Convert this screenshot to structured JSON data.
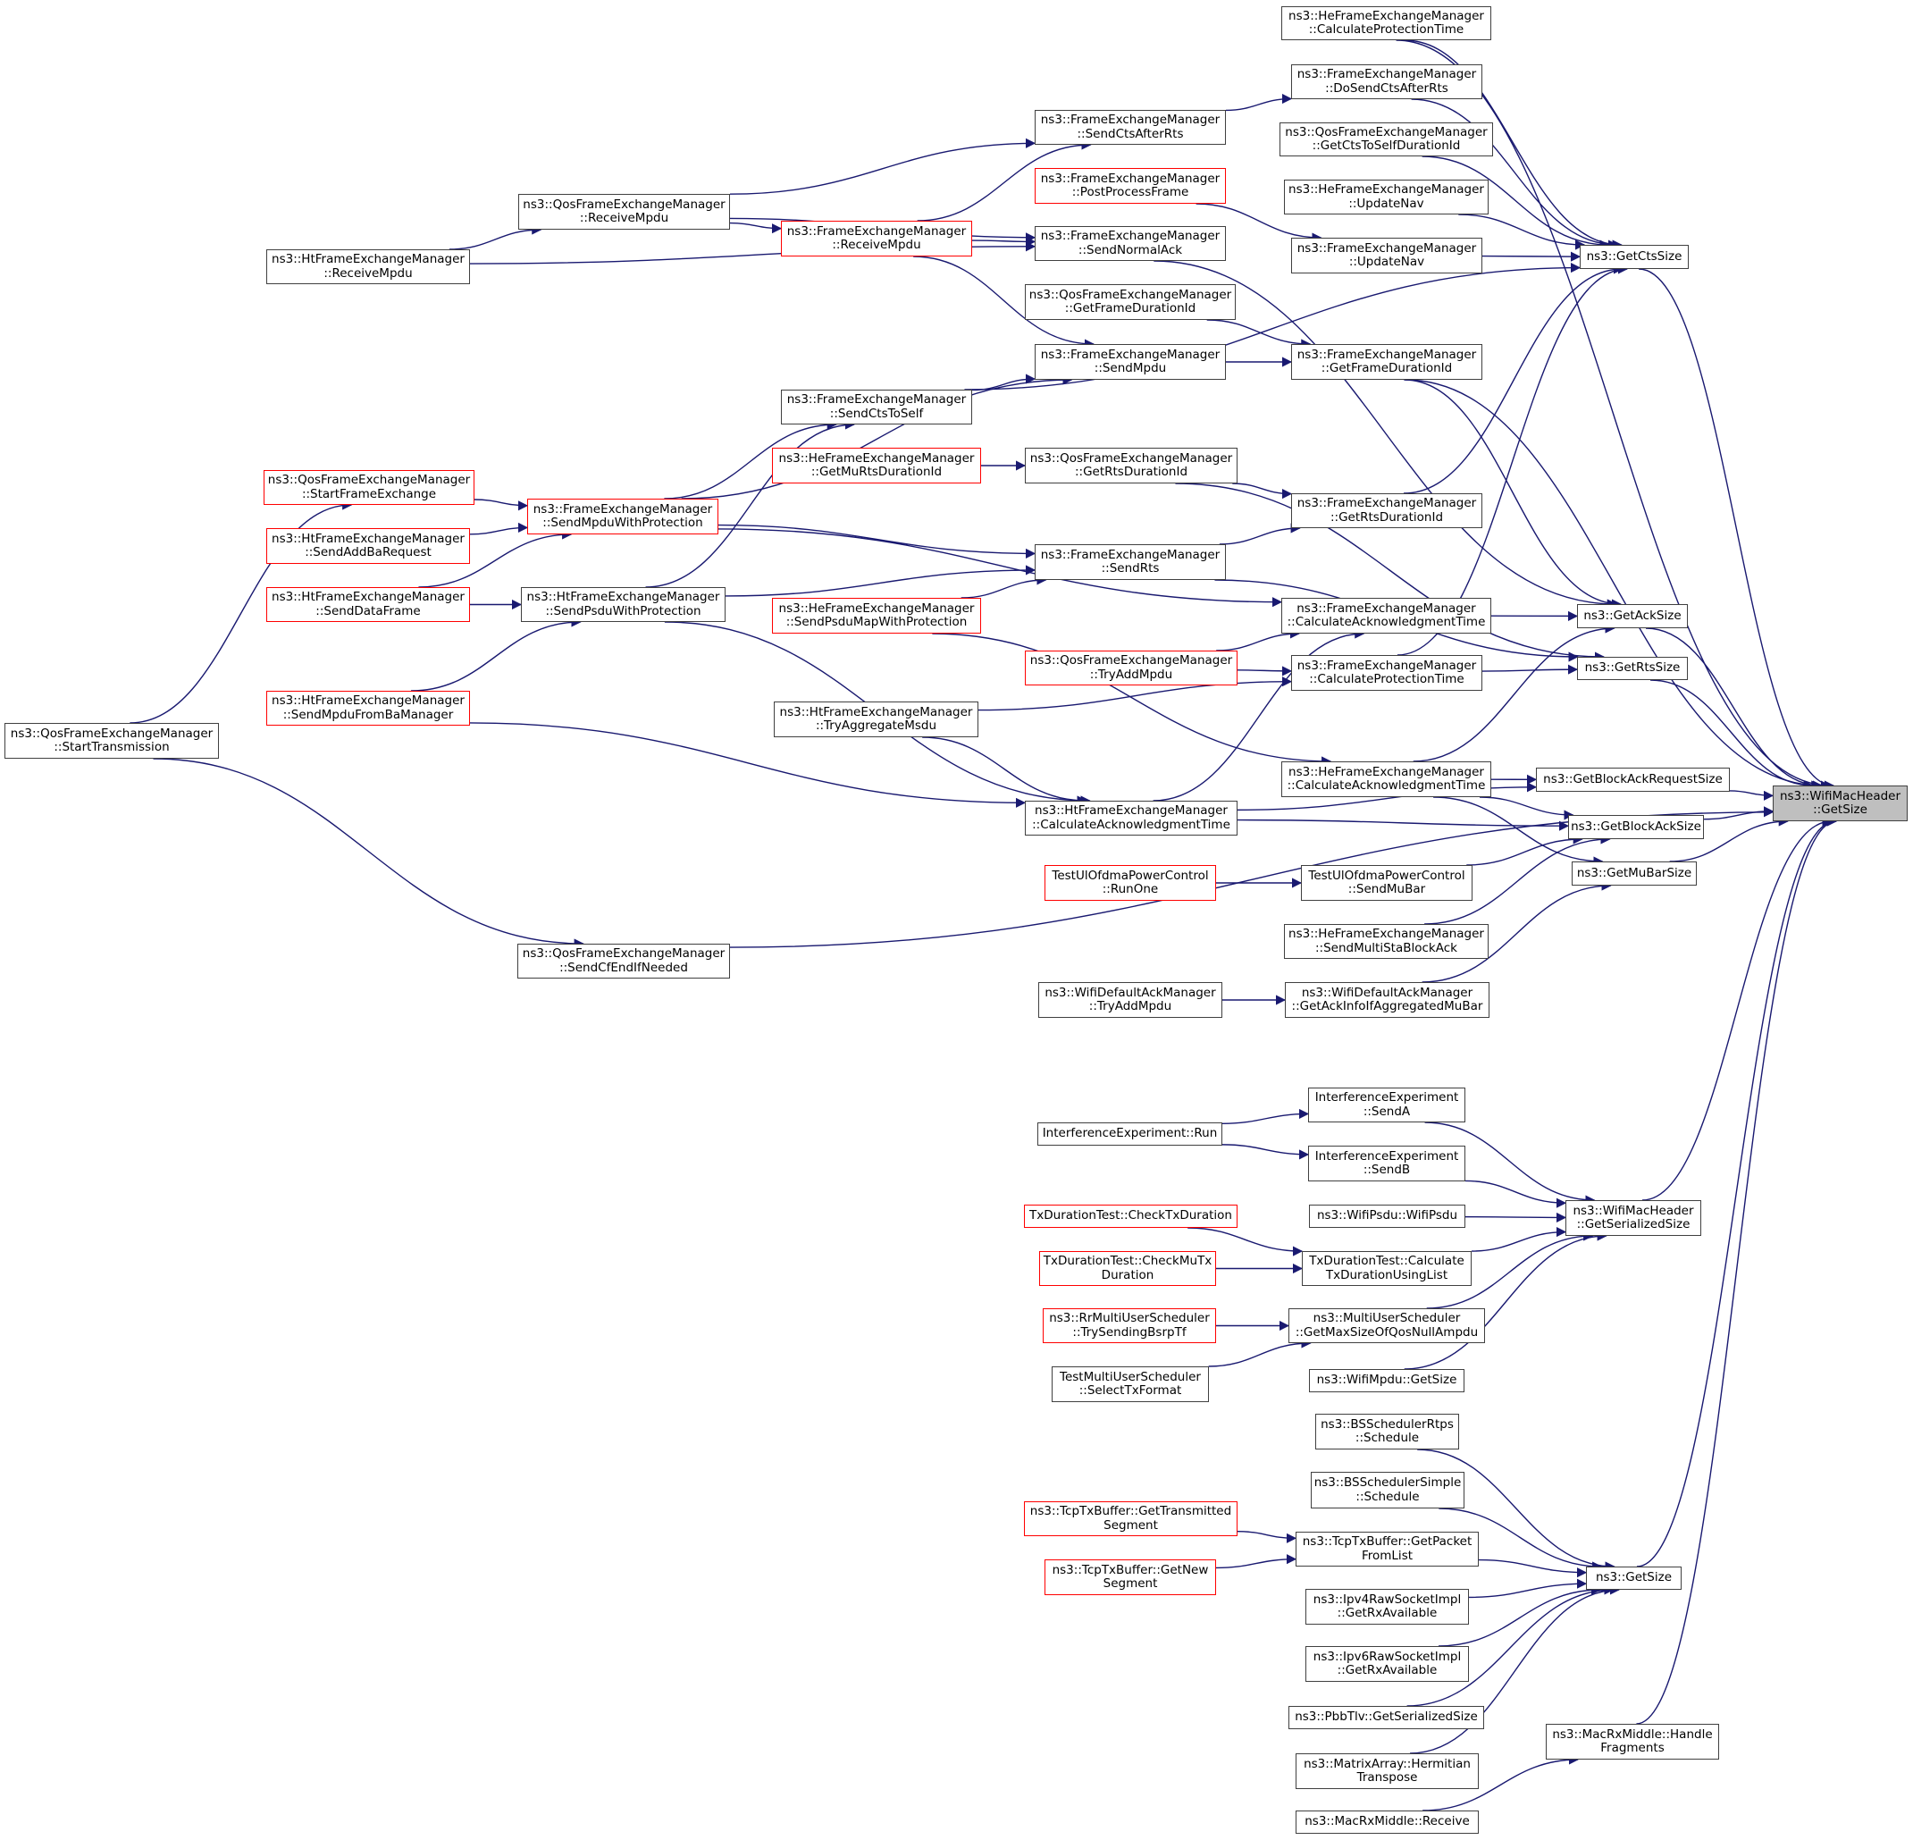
{
  "title": "ns3::WifiMacHeader::GetSize caller graph",
  "colors": {
    "edge": "#191970",
    "node_border": "#404040",
    "node_border_undocumented": "#ff0000",
    "focus_fill": "#bfbfbf",
    "background": "#ffffff"
  },
  "nodes": {
    "he_calcprot": {
      "lines": [
        "ns3::HeFrameExchangeManager",
        "::CalculateProtectionTime"
      ],
      "red": false
    },
    "fem_dosendcts": {
      "lines": [
        "ns3::FrameExchangeManager",
        "::DoSendCtsAfterRts"
      ],
      "red": false
    },
    "qos_getctstoself": {
      "lines": [
        "ns3::QosFrameExchangeManager",
        "::GetCtsToSelfDurationId"
      ],
      "red": false
    },
    "he_updatenav": {
      "lines": [
        "ns3::HeFrameExchangeManager",
        "::UpdateNav"
      ],
      "red": false
    },
    "fem_updatenav": {
      "lines": [
        "ns3::FrameExchangeManager",
        "::UpdateNav"
      ],
      "red": false
    },
    "getctssize": {
      "lines": [
        "ns3::GetCtsSize"
      ],
      "red": false
    },
    "fem_sendctsafterrts": {
      "lines": [
        "ns3::FrameExchangeManager",
        "::SendCtsAfterRts"
      ],
      "red": false
    },
    "fem_postprocess": {
      "lines": [
        "ns3::FrameExchangeManager",
        "::PostProcessFrame"
      ],
      "red": true
    },
    "qos_receivempdu": {
      "lines": [
        "ns3::QosFrameExchangeManager",
        "::ReceiveMpdu"
      ],
      "red": false
    },
    "ht_receivempdu": {
      "lines": [
        "ns3::HtFrameExchangeManager",
        "::ReceiveMpdu"
      ],
      "red": false
    },
    "fem_receivempdu": {
      "lines": [
        "ns3::FrameExchangeManager",
        "::ReceiveMpdu"
      ],
      "red": true
    },
    "fem_sendnormalack": {
      "lines": [
        "ns3::FrameExchangeManager",
        "::SendNormalAck"
      ],
      "red": false
    },
    "qos_getframedur": {
      "lines": [
        "ns3::QosFrameExchangeManager",
        "::GetFrameDurationId"
      ],
      "red": false
    },
    "fem_sendmpdu": {
      "lines": [
        "ns3::FrameExchangeManager",
        "::SendMpdu"
      ],
      "red": false
    },
    "fem_getframedur": {
      "lines": [
        "ns3::FrameExchangeManager",
        "::GetFrameDurationId"
      ],
      "red": false
    },
    "fem_sendctstoself": {
      "lines": [
        "ns3::FrameExchangeManager",
        "::SendCtsToSelf"
      ],
      "red": false
    },
    "he_getmurtsdur": {
      "lines": [
        "ns3::HeFrameExchangeManager",
        "::GetMuRtsDurationId"
      ],
      "red": true
    },
    "qos_getrtsdur": {
      "lines": [
        "ns3::QosFrameExchangeManager",
        "::GetRtsDurationId"
      ],
      "red": false
    },
    "fem_getrtsdur": {
      "lines": [
        "ns3::FrameExchangeManager",
        "::GetRtsDurationId"
      ],
      "red": false
    },
    "qos_startframeex": {
      "lines": [
        "ns3::QosFrameExchangeManager",
        "::StartFrameExchange"
      ],
      "red": true
    },
    "fem_sendmpduwithprot": {
      "lines": [
        "ns3::FrameExchangeManager",
        "::SendMpduWithProtection"
      ],
      "red": true
    },
    "ht_sendaddba": {
      "lines": [
        "ns3::HtFrameExchangeManager",
        "::SendAddBaRequest"
      ],
      "red": true
    },
    "fem_sendrts": {
      "lines": [
        "ns3::FrameExchangeManager",
        "::SendRts"
      ],
      "red": false
    },
    "ht_senddataframe": {
      "lines": [
        "ns3::HtFrameExchangeManager",
        "::SendDataFrame"
      ],
      "red": true
    },
    "ht_sendpsduwithprot": {
      "lines": [
        "ns3::HtFrameExchangeManager",
        "::SendPsduWithProtection"
      ],
      "red": false
    },
    "he_sendpsdumap": {
      "lines": [
        "ns3::HeFrameExchangeManager",
        "::SendPsduMapWithProtection"
      ],
      "red": true
    },
    "fem_calcack": {
      "lines": [
        "ns3::FrameExchangeManager",
        "::CalculateAcknowledgmentTime"
      ],
      "red": false
    },
    "getacksize": {
      "lines": [
        "ns3::GetAckSize"
      ],
      "red": false
    },
    "qos_tryaddmpdu": {
      "lines": [
        "ns3::QosFrameExchangeManager",
        "::TryAddMpdu"
      ],
      "red": true
    },
    "fem_calcprot": {
      "lines": [
        "ns3::FrameExchangeManager",
        "::CalculateProtectionTime"
      ],
      "red": false
    },
    "getrtssize": {
      "lines": [
        "ns3::GetRtsSize"
      ],
      "red": false
    },
    "ht_sendmpdufromba": {
      "lines": [
        "ns3::HtFrameExchangeManager",
        "::SendMpduFromBaManager"
      ],
      "red": true
    },
    "qos_starttx": {
      "lines": [
        "ns3::QosFrameExchangeManager",
        "::StartTransmission"
      ],
      "red": false
    },
    "ht_tryaggmsdu": {
      "lines": [
        "ns3::HtFrameExchangeManager",
        "::TryAggregateMsdu"
      ],
      "red": false
    },
    "he_calcack": {
      "lines": [
        "ns3::HeFrameExchangeManager",
        "::CalculateAcknowledgmentTime"
      ],
      "red": false
    },
    "getbarsize": {
      "lines": [
        "ns3::GetBlockAckRequestSize"
      ],
      "red": false
    },
    "wmh_getsize": {
      "lines": [
        "ns3::WifiMacHeader",
        "::GetSize"
      ],
      "red": false,
      "focus": true
    },
    "ht_calcack": {
      "lines": [
        "ns3::HtFrameExchangeManager",
        "::CalculateAcknowledgmentTime"
      ],
      "red": false
    },
    "getbasize": {
      "lines": [
        "ns3::GetBlockAckSize"
      ],
      "red": false
    },
    "getmubarsize": {
      "lines": [
        "ns3::GetMuBarSize"
      ],
      "red": false
    },
    "tulopc_runone": {
      "lines": [
        "TestUlOfdmaPowerControl",
        "::RunOne"
      ],
      "red": true
    },
    "tulopc_sendmubar": {
      "lines": [
        "TestUlOfdmaPowerControl",
        "::SendMuBar"
      ],
      "red": false
    },
    "he_sendmultista": {
      "lines": [
        "ns3::HeFrameExchangeManager",
        "::SendMultiStaBlockAck"
      ],
      "red": false
    },
    "qos_sendcfend": {
      "lines": [
        "ns3::QosFrameExchangeManager",
        "::SendCfEndIfNeeded"
      ],
      "red": false
    },
    "wdam_tryaddmpdu": {
      "lines": [
        "ns3::WifiDefaultAckManager",
        "::TryAddMpdu"
      ],
      "red": false
    },
    "wdam_getackinfo": {
      "lines": [
        "ns3::WifiDefaultAckManager",
        "::GetAckInfoIfAggregatedMuBar"
      ],
      "red": false
    },
    "ie_senda": {
      "lines": [
        "InterferenceExperiment",
        "::SendA"
      ],
      "red": false
    },
    "ie_run": {
      "lines": [
        "InterferenceExperiment::Run"
      ],
      "red": false
    },
    "ie_sendb": {
      "lines": [
        "InterferenceExperiment",
        "::SendB"
      ],
      "red": false
    },
    "wifipsdu": {
      "lines": [
        "ns3::WifiPsdu::WifiPsdu"
      ],
      "red": false
    },
    "wmh_getserialized": {
      "lines": [
        "ns3::WifiMacHeader",
        "::GetSerializedSize"
      ],
      "red": false
    },
    "txd_checktx": {
      "lines": [
        "TxDurationTest::CheckTxDuration"
      ],
      "red": true
    },
    "txd_checkmutx": {
      "lines": [
        "TxDurationTest::CheckMuTx",
        "Duration"
      ],
      "red": true
    },
    "txd_calclist": {
      "lines": [
        "TxDurationTest::Calculate",
        "TxDurationUsingList"
      ],
      "red": false
    },
    "rrmus_trybsrp": {
      "lines": [
        "ns3::RrMultiUserScheduler",
        "::TrySendingBsrpTf"
      ],
      "red": true
    },
    "mus_getmaxqos": {
      "lines": [
        "ns3::MultiUserScheduler",
        "::GetMaxSizeOfQosNullAmpdu"
      ],
      "red": false
    },
    "tmus_selecttx": {
      "lines": [
        "TestMultiUserScheduler",
        "::SelectTxFormat"
      ],
      "red": false
    },
    "wifimpdu_getsize": {
      "lines": [
        "ns3::WifiMpdu::GetSize"
      ],
      "red": false
    },
    "bs_rtps": {
      "lines": [
        "ns3::BSSchedulerRtps",
        "::Schedule"
      ],
      "red": false
    },
    "bs_simple": {
      "lines": [
        "ns3::BSSchedulerSimple",
        "::Schedule"
      ],
      "red": false
    },
    "tcp_gettransmitted": {
      "lines": [
        "ns3::TcpTxBuffer::GetTransmitted",
        "Segment"
      ],
      "red": true
    },
    "tcp_getpacketfromlist": {
      "lines": [
        "ns3::TcpTxBuffer::GetPacket",
        "FromList"
      ],
      "red": false
    },
    "getsize": {
      "lines": [
        "ns3::GetSize"
      ],
      "red": false
    },
    "tcp_getnew": {
      "lines": [
        "ns3::TcpTxBuffer::GetNew",
        "Segment"
      ],
      "red": true
    },
    "ipv4raw": {
      "lines": [
        "ns3::Ipv4RawSocketImpl",
        "::GetRxAvailable"
      ],
      "red": false
    },
    "ipv6raw": {
      "lines": [
        "ns3::Ipv6RawSocketImpl",
        "::GetRxAvailable"
      ],
      "red": false
    },
    "pbbtlv": {
      "lines": [
        "ns3::PbbTlv::GetSerializedSize"
      ],
      "red": false
    },
    "macrx_handlefrag": {
      "lines": [
        "ns3::MacRxMiddle::Handle",
        "Fragments"
      ],
      "red": false
    },
    "matrix_herm": {
      "lines": [
        "ns3::MatrixArray::Hermitian",
        "Transpose"
      ],
      "red": false
    },
    "macrx_receive": {
      "lines": [
        "ns3::MacRxMiddle::Receive"
      ],
      "red": false
    }
  },
  "edges": [
    [
      "qos_starttx",
      "qos_startframeex"
    ],
    [
      "qos_starttx",
      "qos_sendcfend"
    ],
    [
      "qos_startframeex",
      "fem_sendmpduwithprot"
    ],
    [
      "ht_sendaddba",
      "fem_sendmpduwithprot"
    ],
    [
      "ht_senddataframe",
      "fem_sendmpduwithprot"
    ],
    [
      "ht_senddataframe",
      "ht_sendpsduwithprot"
    ],
    [
      "ht_sendmpdufromba",
      "ht_sendpsduwithprot"
    ],
    [
      "ht_sendmpdufromba",
      "ht_calcack"
    ],
    [
      "ht_receivempdu",
      "qos_receivempdu"
    ],
    [
      "ht_receivempdu",
      "fem_sendnormalack"
    ],
    [
      "qos_receivempdu",
      "fem_sendctsafterrts"
    ],
    [
      "qos_receivempdu",
      "fem_receivempdu"
    ],
    [
      "qos_receivempdu",
      "fem_sendnormalack"
    ],
    [
      "fem_receivempdu",
      "fem_sendctsafterrts"
    ],
    [
      "fem_receivempdu",
      "fem_sendnormalack"
    ],
    [
      "fem_receivempdu",
      "fem_sendmpdu"
    ],
    [
      "fem_sendmpduwithprot",
      "fem_sendmpdu"
    ],
    [
      "fem_sendmpduwithprot",
      "fem_sendctstoself"
    ],
    [
      "fem_sendmpduwithprot",
      "fem_sendrts"
    ],
    [
      "fem_sendmpduwithprot",
      "fem_calcack"
    ],
    [
      "ht_sendpsduwithprot",
      "fem_sendctstoself"
    ],
    [
      "ht_sendpsduwithprot",
      "fem_sendrts"
    ],
    [
      "ht_sendpsduwithprot",
      "ht_calcack"
    ],
    [
      "fem_sendctstoself",
      "fem_sendmpdu"
    ],
    [
      "fem_sendctstoself",
      "getctssize"
    ],
    [
      "fem_sendctsafterrts",
      "fem_dosendcts"
    ],
    [
      "fem_postprocess",
      "fem_updatenav"
    ],
    [
      "fem_sendnormalack",
      "getacksize"
    ],
    [
      "qos_getframedur",
      "fem_getframedur"
    ],
    [
      "fem_sendmpdu",
      "fem_getframedur"
    ],
    [
      "he_getmurtsdur",
      "qos_getrtsdur"
    ],
    [
      "qos_getrtsdur",
      "fem_getrtsdur"
    ],
    [
      "qos_getrtsdur",
      "getrtssize"
    ],
    [
      "fem_sendrts",
      "fem_getrtsdur"
    ],
    [
      "fem_sendrts",
      "getrtssize"
    ],
    [
      "he_sendpsdumap",
      "fem_sendrts"
    ],
    [
      "he_sendpsdumap",
      "he_calcack"
    ],
    [
      "qos_tryaddmpdu",
      "fem_calcack"
    ],
    [
      "qos_tryaddmpdu",
      "fem_calcprot"
    ],
    [
      "ht_tryaggmsdu",
      "fem_calcprot"
    ],
    [
      "ht_tryaggmsdu",
      "ht_calcack"
    ],
    [
      "ht_calcack",
      "fem_calcack"
    ],
    [
      "ht_calcack",
      "getbarsize"
    ],
    [
      "ht_calcack",
      "getbasize"
    ],
    [
      "he_calcack",
      "getbarsize"
    ],
    [
      "he_calcack",
      "getbasize"
    ],
    [
      "he_calcack",
      "getmubarsize"
    ],
    [
      "he_calcack",
      "getacksize"
    ],
    [
      "fem_calcack",
      "getacksize"
    ],
    [
      "fem_calcprot",
      "getrtssize"
    ],
    [
      "fem_calcprot",
      "getctssize"
    ],
    [
      "he_calcprot",
      "getctssize"
    ],
    [
      "he_calcprot",
      "wmh_getsize"
    ],
    [
      "fem_dosendcts",
      "getctssize"
    ],
    [
      "qos_getctstoself",
      "getctssize"
    ],
    [
      "he_updatenav",
      "getctssize"
    ],
    [
      "fem_updatenav",
      "getctssize"
    ],
    [
      "fem_getframedur",
      "getacksize"
    ],
    [
      "fem_getframedur",
      "wmh_getsize"
    ],
    [
      "fem_getrtsdur",
      "getctssize"
    ],
    [
      "tulopc_runone",
      "tulopc_sendmubar"
    ],
    [
      "tulopc_sendmubar",
      "getbasize"
    ],
    [
      "he_sendmultista",
      "getbasize"
    ],
    [
      "wdam_tryaddmpdu",
      "wdam_getackinfo"
    ],
    [
      "wdam_getackinfo",
      "getmubarsize"
    ],
    [
      "qos_sendcfend",
      "wmh_getsize"
    ],
    [
      "getctssize",
      "wmh_getsize"
    ],
    [
      "getacksize",
      "wmh_getsize"
    ],
    [
      "getrtssize",
      "wmh_getsize"
    ],
    [
      "getbarsize",
      "wmh_getsize"
    ],
    [
      "getbasize",
      "wmh_getsize"
    ],
    [
      "getmubarsize",
      "wmh_getsize"
    ],
    [
      "wmh_getserialized",
      "wmh_getsize"
    ],
    [
      "getsize",
      "wmh_getsize"
    ],
    [
      "macrx_handlefrag",
      "wmh_getsize"
    ],
    [
      "ie_run",
      "ie_senda"
    ],
    [
      "ie_run",
      "ie_sendb"
    ],
    [
      "ie_senda",
      "wmh_getserialized"
    ],
    [
      "ie_sendb",
      "wmh_getserialized"
    ],
    [
      "wifipsdu",
      "wmh_getserialized"
    ],
    [
      "txd_calclist",
      "wmh_getserialized"
    ],
    [
      "mus_getmaxqos",
      "wmh_getserialized"
    ],
    [
      "wifimpdu_getsize",
      "wmh_getserialized"
    ],
    [
      "txd_checktx",
      "txd_calclist"
    ],
    [
      "txd_checkmutx",
      "txd_calclist"
    ],
    [
      "rrmus_trybsrp",
      "mus_getmaxqos"
    ],
    [
      "tmus_selecttx",
      "mus_getmaxqos"
    ],
    [
      "bs_rtps",
      "getsize"
    ],
    [
      "bs_simple",
      "getsize"
    ],
    [
      "tcp_getpacketfromlist",
      "getsize"
    ],
    [
      "ipv4raw",
      "getsize"
    ],
    [
      "ipv6raw",
      "getsize"
    ],
    [
      "pbbtlv",
      "getsize"
    ],
    [
      "matrix_herm",
      "getsize"
    ],
    [
      "tcp_gettransmitted",
      "tcp_getpacketfromlist"
    ],
    [
      "tcp_getnew",
      "tcp_getpacketfromlist"
    ],
    [
      "macrx_receive",
      "macrx_handlefrag"
    ]
  ]
}
